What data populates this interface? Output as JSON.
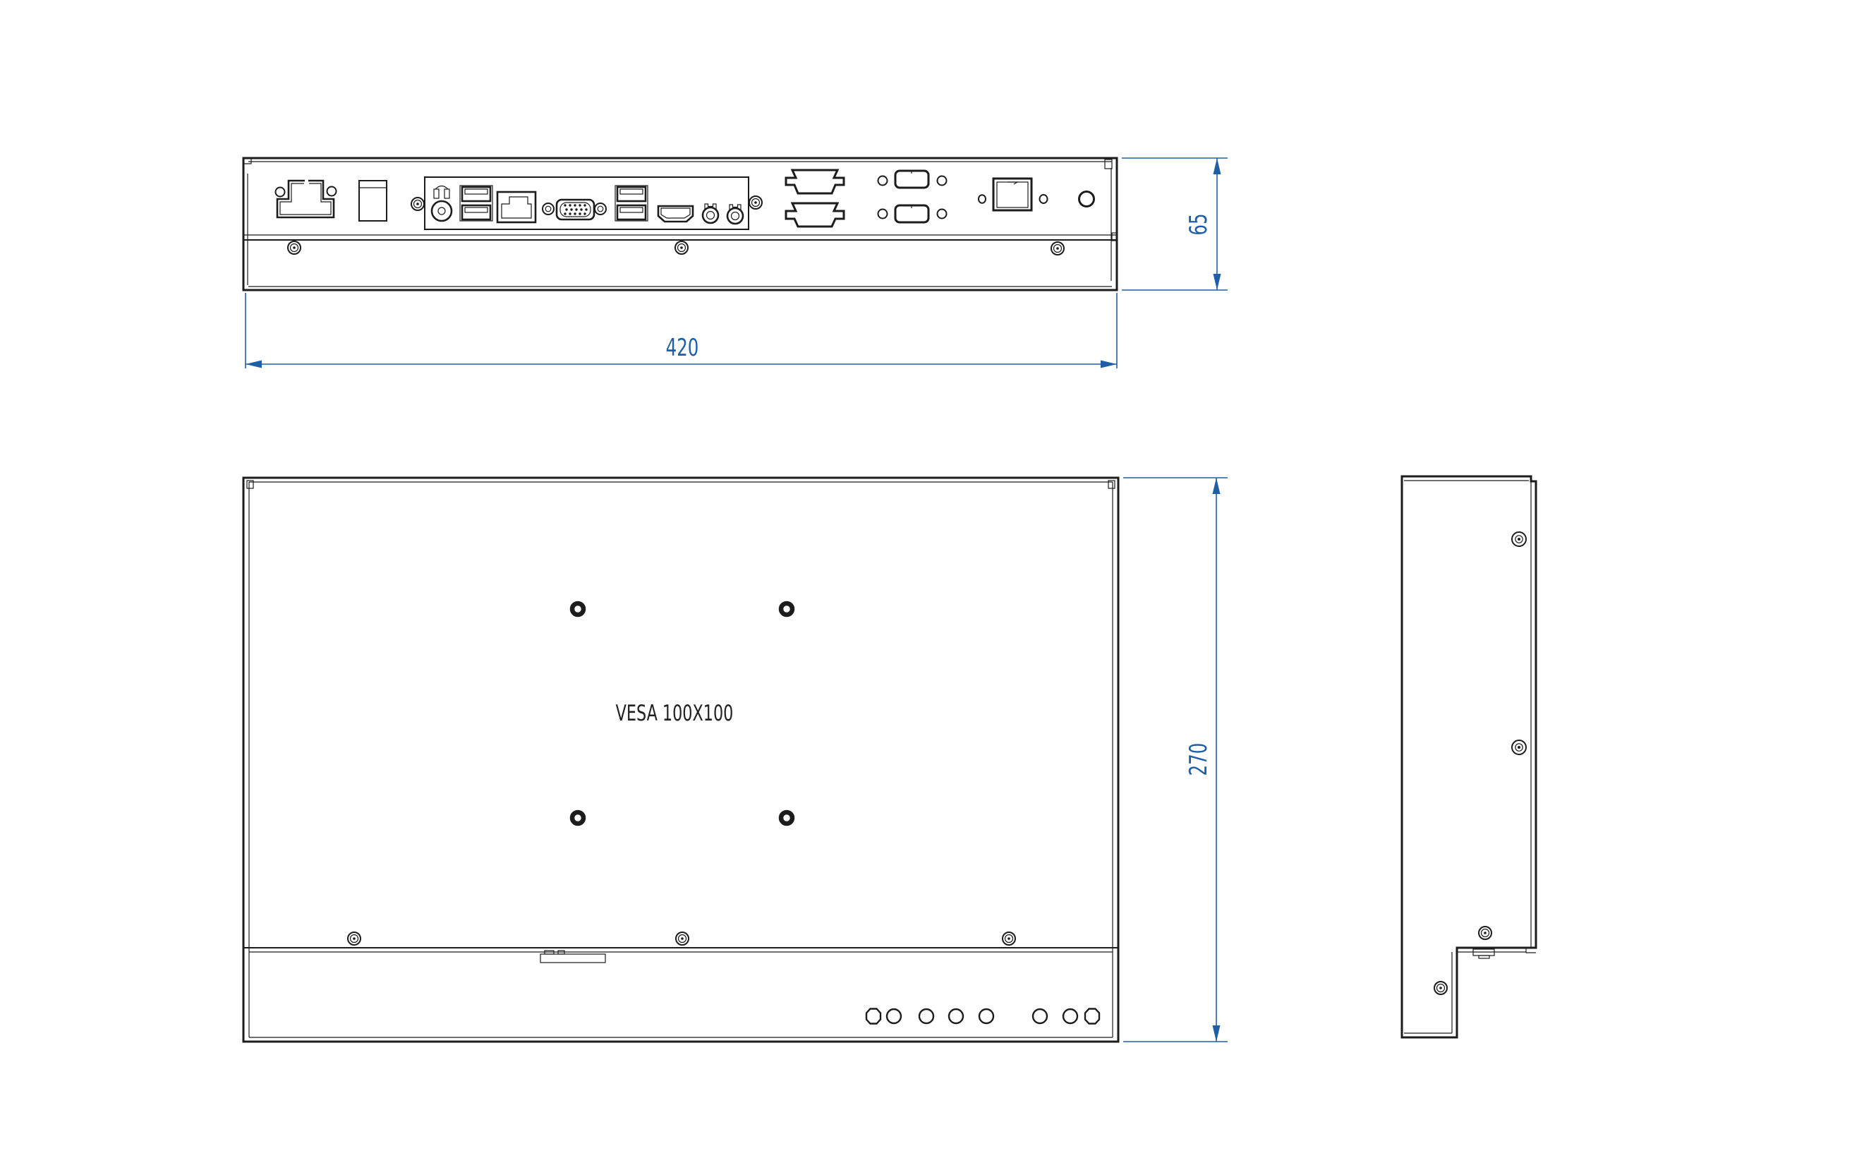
{
  "drawing": {
    "colors": {
      "background": "#ffffff",
      "line": "#1c1c1c",
      "dimension": "#1f5fa6"
    },
    "dimensions": {
      "width": "420",
      "depth": "65",
      "height": "270"
    },
    "back": {
      "vesa_label": "VESA 100X100",
      "vesa_hole_count": 4,
      "osd_button_count": 8
    },
    "ports": [
      "power-terminal",
      "power-switch",
      "dc-jack",
      "usb-2x-left",
      "ethernet-rj45",
      "vga-db15",
      "usb-2x-right",
      "hdmi",
      "audio-jack-1",
      "audio-jack-2",
      "com-port-1",
      "com-port-2",
      "io-cutout-1",
      "io-cutout-2",
      "power-button",
      "antenna-hole"
    ]
  }
}
